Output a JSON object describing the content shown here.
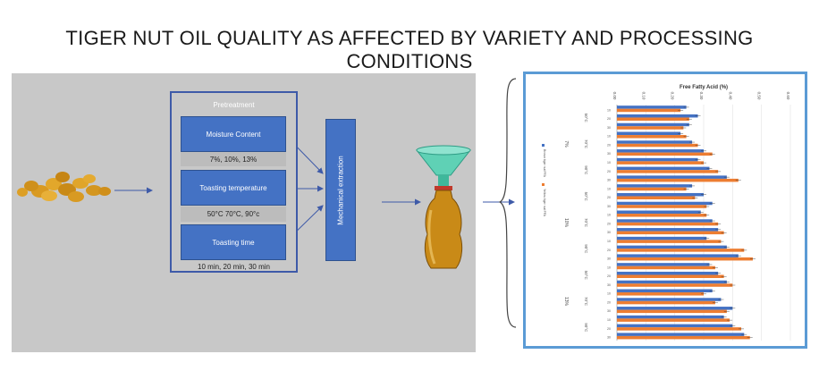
{
  "title": "TIGER NUT OIL QUALITY AS AFFECTED BY VARIETY AND PROCESSING CONDITIONS",
  "pretreatment": {
    "label": "Pretreatment",
    "moisture_label": "Moisture Content",
    "moisture_values": "7%, 10%, 13%",
    "toasting_temp_label": "Toasting temperature",
    "toasting_temp_values": "50°C  70°C,  90°c",
    "toasting_time_label": "Toasting time",
    "toasting_time_values": "10 min, 20 min, 30 min"
  },
  "extraction": {
    "label": "Mechanical extraction"
  },
  "colors": {
    "panel": "#c8c8c8",
    "box": "#4472c4",
    "arrow": "#3e5aa8",
    "series_blue": "#4472c4",
    "series_orange": "#ed7d31"
  },
  "chart_data": {
    "type": "bar",
    "orientation": "horizontal",
    "title": "Free Fatty Acid (%)",
    "x_ticks": [
      "0.00",
      "0.10",
      "0.20",
      "0.30",
      "0.40",
      "0.50",
      "0.60"
    ],
    "xlim": [
      0,
      0.6
    ],
    "groups": [
      {
        "moisture": "7%",
        "temps": [
          "50°C",
          "70°C",
          "90°C"
        ]
      },
      {
        "moisture": "10%",
        "temps": [
          "50°C",
          "70°C",
          "90°C"
        ]
      },
      {
        "moisture": "13%",
        "temps": [
          "50°C",
          "70°C",
          "90°C"
        ]
      }
    ],
    "times": [
      "10",
      "20",
      "30"
    ],
    "series": [
      {
        "name": "Brown tiger nut FFA",
        "values": [
          0.24,
          0.28,
          0.25,
          0.22,
          0.26,
          0.3,
          0.28,
          0.32,
          0.38,
          0.26,
          0.3,
          0.33,
          0.29,
          0.33,
          0.35,
          0.31,
          0.38,
          0.42,
          0.32,
          0.35,
          0.38,
          0.33,
          0.36,
          0.4,
          0.37,
          0.4,
          0.44
        ]
      },
      {
        "name": "Yellow tiger nut FFA",
        "values": [
          0.22,
          0.25,
          0.23,
          0.24,
          0.28,
          0.33,
          0.3,
          0.35,
          0.42,
          0.24,
          0.27,
          0.31,
          0.31,
          0.35,
          0.37,
          0.36,
          0.44,
          0.47,
          0.34,
          0.37,
          0.4,
          0.3,
          0.34,
          0.38,
          0.39,
          0.43,
          0.46
        ]
      }
    ]
  }
}
